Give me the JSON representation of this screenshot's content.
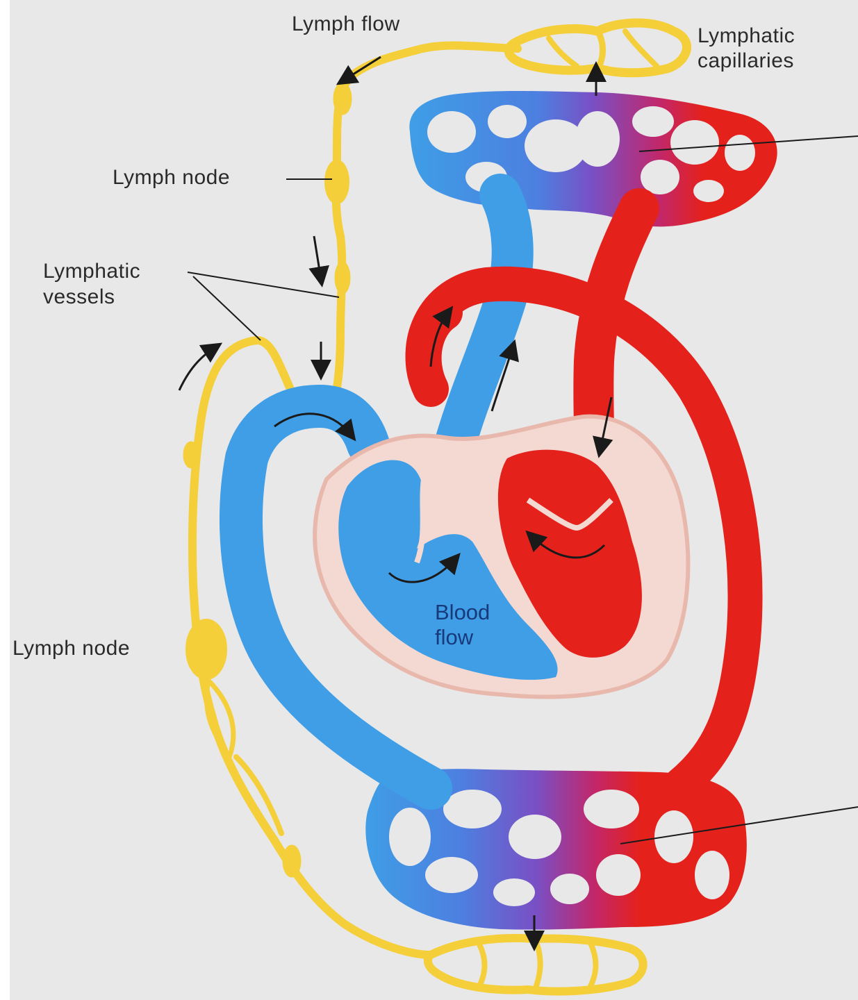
{
  "labels": {
    "lymph_flow": "Lymph flow",
    "lymphatic_capillaries_1": "Lymphatic",
    "lymphatic_capillaries_2": "capillaries",
    "lymph_node_upper": "Lymph node",
    "lymphatic_vessels_1": "Lymphatic",
    "lymphatic_vessels_2": "vessels",
    "lymph_node_lower": "Lymph node",
    "blood_flow_1": "Blood",
    "blood_flow_2": "flow"
  },
  "colors": {
    "background": "#e8e8e8",
    "lymph": "#f4cf3a",
    "deoxygenated": "#3f9ee6",
    "oxygenated": "#e5211c",
    "capillary_mix": "#7a4fc4",
    "pericardium": "#f3d9d2"
  }
}
